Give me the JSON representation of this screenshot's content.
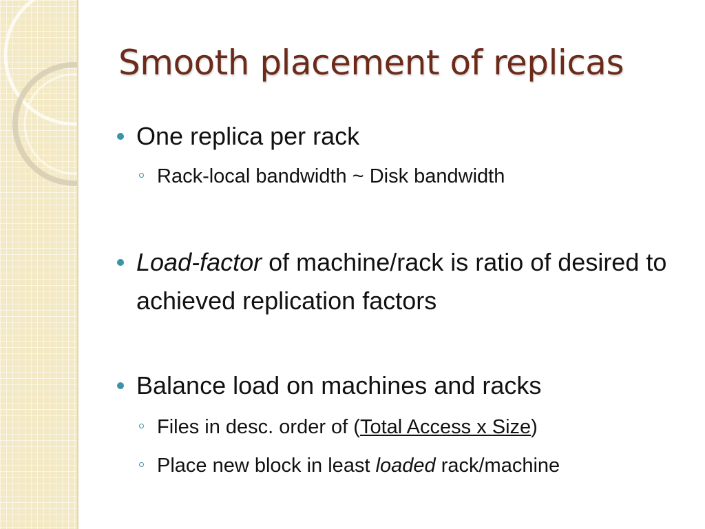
{
  "slide": {
    "title": "Smooth placement of replicas",
    "colors": {
      "title": "#6b2a1a",
      "bullet": "#3a93a7",
      "sidebar": "#f3e9c4",
      "text": "#111111"
    },
    "bullets": [
      {
        "text": "One replica per rack",
        "sub": [
          {
            "text": "Rack-local bandwidth ~ Disk bandwidth"
          }
        ]
      },
      {
        "emphasis": "Load-factor",
        "text_rest": " of machine/rack is ratio of desired to achieved replication factors",
        "sub": []
      },
      {
        "text": "Balance load on machines and racks",
        "sub": [
          {
            "prefix": "Files in desc. order of (",
            "underlined": "Total Access x Size",
            "suffix": ")"
          },
          {
            "prefix": "Place new block in least ",
            "emphasis": "loaded",
            "suffix": " rack/machine"
          }
        ]
      }
    ]
  }
}
